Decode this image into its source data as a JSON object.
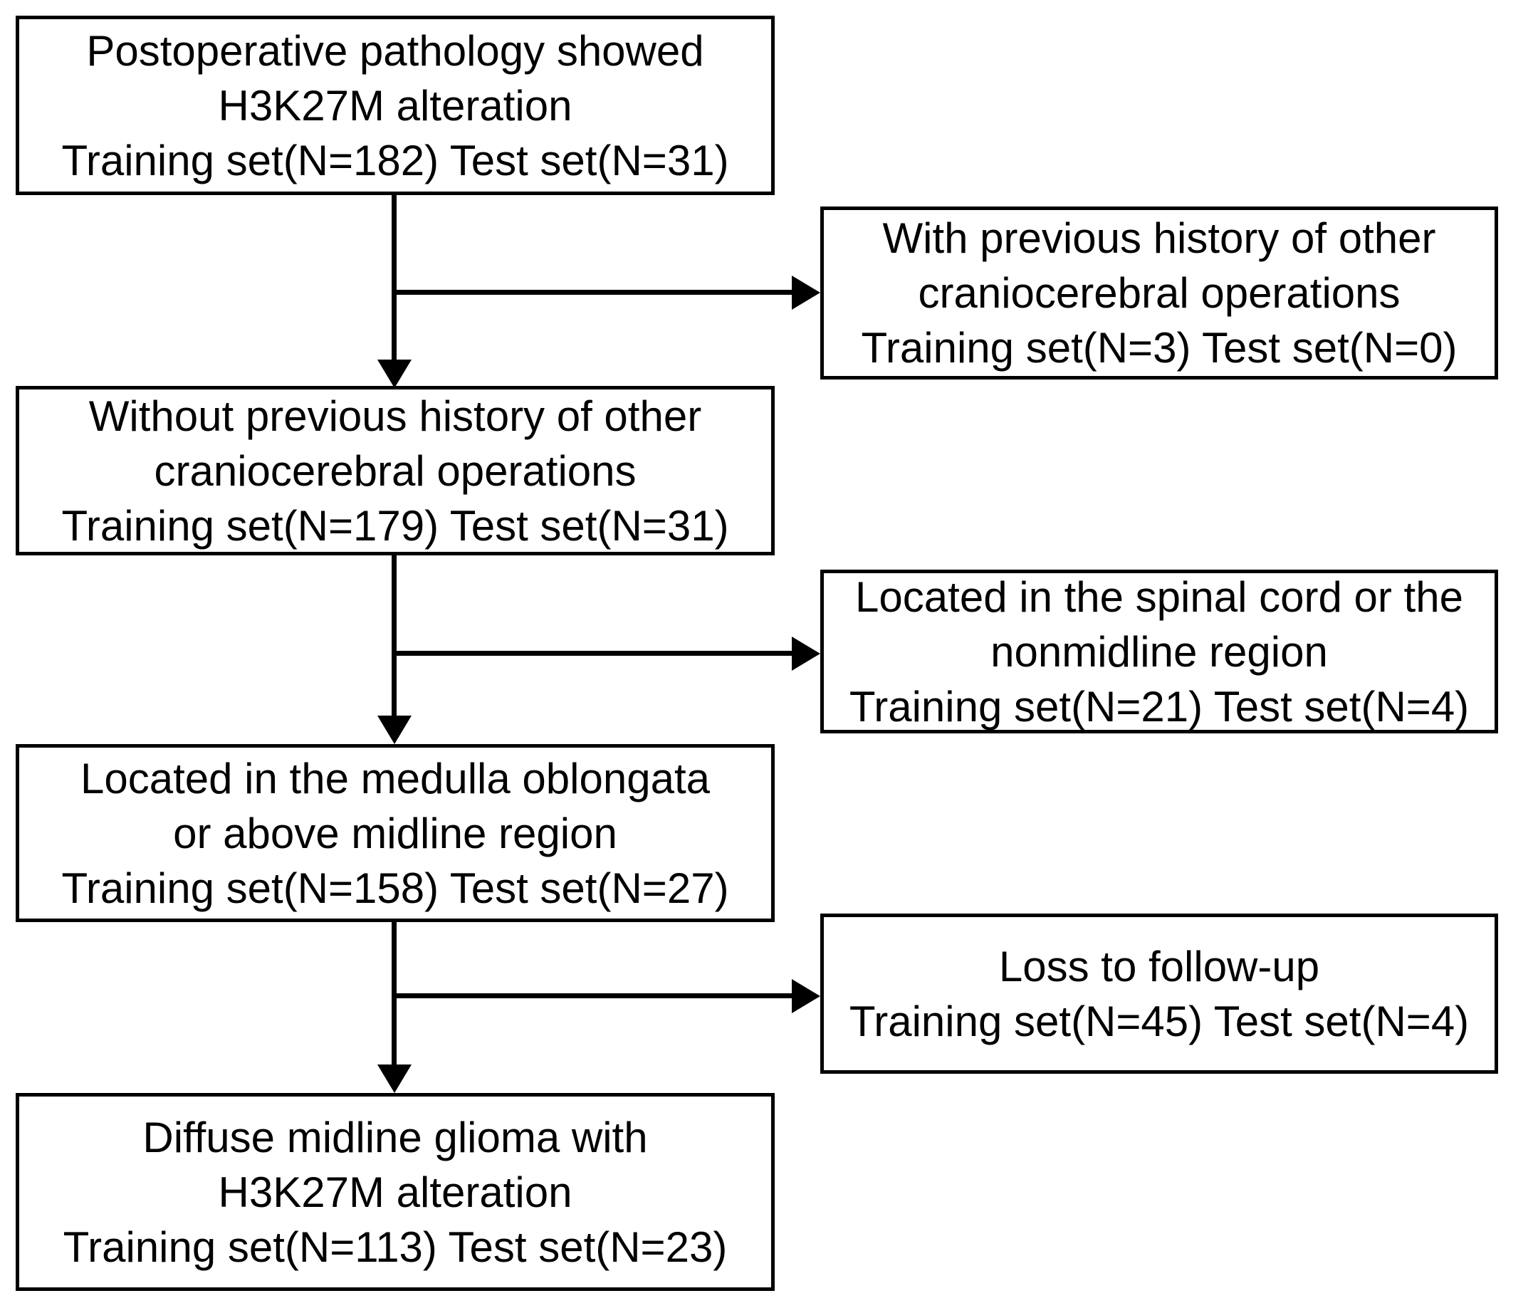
{
  "diagram": {
    "type": "flowchart",
    "background_color": "#ffffff",
    "line_color": "#000000",
    "text_color": "#000000",
    "main_flow": [
      {
        "name": "pathology",
        "lines": [
          "Postoperative pathology showed",
          "H3K27M alteration",
          "Training set(N=182) Test set(N=31)"
        ]
      },
      {
        "name": "without-history",
        "lines": [
          "Without previous history of other",
          "craniocerebral operations",
          "Training set(N=179) Test set(N=31)"
        ]
      },
      {
        "name": "medulla-midline",
        "lines": [
          "Located in the medulla oblongata",
          "or above midline region",
          "Training set(N=158) Test set(N=27)"
        ]
      },
      {
        "name": "final-dmg",
        "lines": [
          "Diffuse midline glioma with",
          "H3K27M alteration",
          "Training set(N=113) Test set(N=23)"
        ]
      }
    ],
    "exclusions": [
      {
        "name": "previous-history",
        "lines": [
          "With previous history of other",
          "craniocerebral operations",
          "Training set(N=3) Test set(N=0)"
        ]
      },
      {
        "name": "spinal-nonmidline",
        "lines": [
          "Located in the spinal cord or the",
          "nonmidline region",
          "Training set(N=21) Test set(N=4)"
        ]
      },
      {
        "name": "loss-followup",
        "lines": [
          "Loss to follow-up",
          "Training set(N=45) Test set(N=4)"
        ]
      }
    ]
  }
}
